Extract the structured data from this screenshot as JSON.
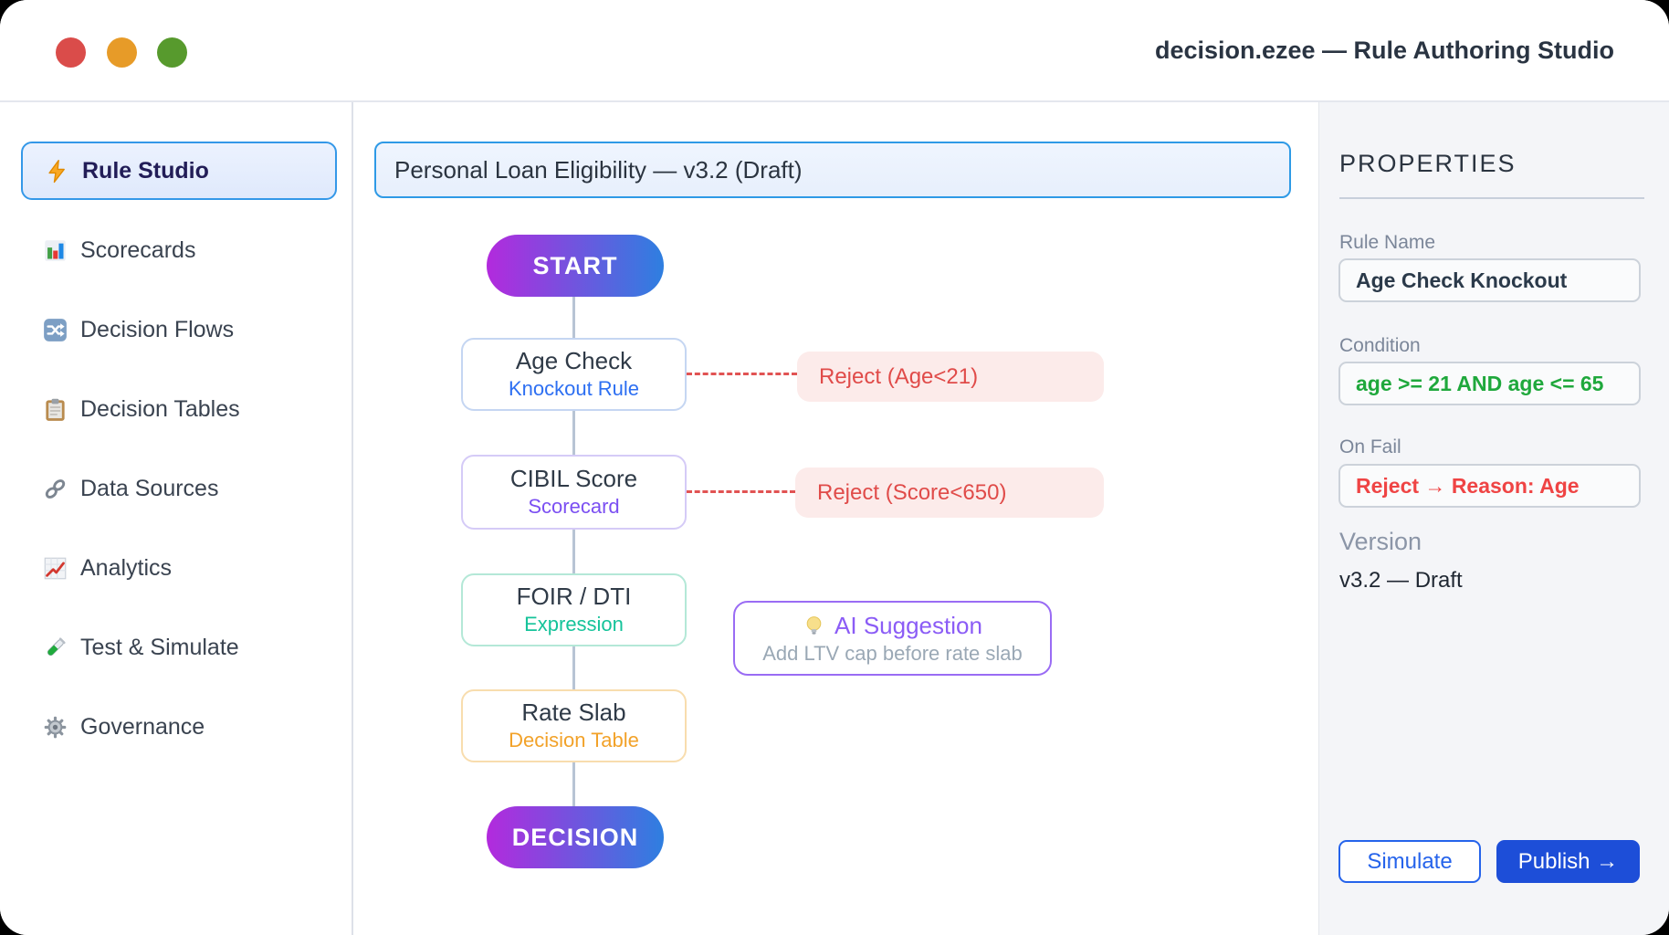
{
  "window": {
    "title": "decision.ezee — Rule Authoring Studio"
  },
  "sidebar": {
    "items": [
      {
        "icon": "zap-icon",
        "label": "Rule Studio",
        "active": true
      },
      {
        "icon": "bar-chart-icon",
        "label": "Scorecards",
        "active": false
      },
      {
        "icon": "shuffle-icon",
        "label": "Decision Flows",
        "active": false
      },
      {
        "icon": "clipboard-icon",
        "label": "Decision Tables",
        "active": false
      },
      {
        "icon": "link-icon",
        "label": "Data Sources",
        "active": false
      },
      {
        "icon": "chart-up-icon",
        "label": "Analytics",
        "active": false
      },
      {
        "icon": "test-tube-icon",
        "label": "Test & Simulate",
        "active": false
      },
      {
        "icon": "gear-icon",
        "label": "Governance",
        "active": false
      }
    ]
  },
  "canvas": {
    "title": "Personal Loan Eligibility — v3.2 (Draft)",
    "flow": {
      "start_label": "START",
      "decision_label": "DECISION",
      "nodes": [
        {
          "title": "Age Check",
          "subtitle": "Knockout Rule"
        },
        {
          "title": "CIBIL Score",
          "subtitle": "Scorecard"
        },
        {
          "title": "FOIR / DTI",
          "subtitle": "Expression"
        },
        {
          "title": "Rate Slab",
          "subtitle": "Decision Table"
        }
      ],
      "reject_labels": [
        "Reject (Age<21)",
        "Reject (Score<650)"
      ],
      "ai_suggestion": {
        "icon": "lightbulb-icon",
        "title": "AI Suggestion",
        "subtitle": "Add LTV cap before rate slab"
      }
    }
  },
  "properties": {
    "header": "PROPERTIES",
    "fields": [
      {
        "label": "Rule Name",
        "value": "Age Check Knockout"
      },
      {
        "label": "Condition",
        "value": "age >= 21 AND age <= 65"
      },
      {
        "label": "On Fail",
        "value": "Reject → Reason: Age"
      }
    ],
    "version_label": "Version",
    "version_value": "v3.2 — Draft",
    "simulate_label": "Simulate",
    "publish_label": "Publish →"
  },
  "colors": {
    "accent_blue": "#2e9ae6",
    "primary_blue": "#1d4ed8",
    "gradient_start": "#b32add",
    "gradient_end": "#2e7fe0",
    "reject_red": "#e04b49",
    "reject_bg": "#fcebea",
    "condition_green": "#1fa83c",
    "ai_purple": "#8b5cf6",
    "traffic_red": "#da4c4a",
    "traffic_amber": "#e79b28",
    "traffic_green": "#579a2d"
  }
}
